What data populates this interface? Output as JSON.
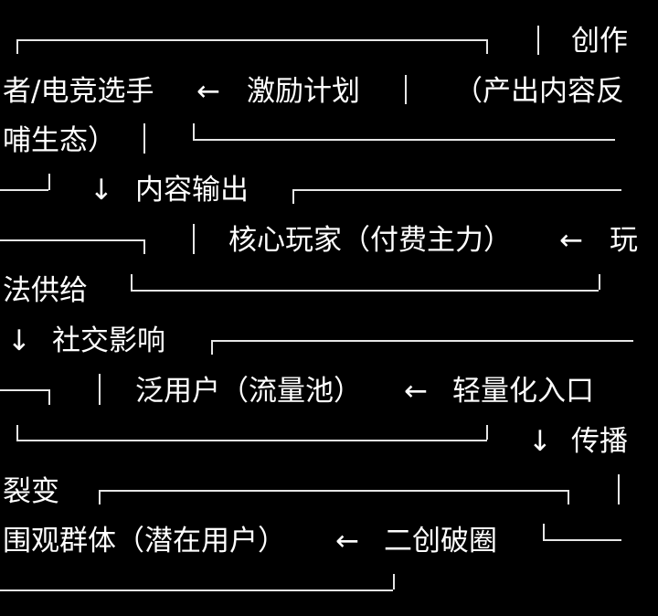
{
  "diagram": {
    "rows": {
      "r1": {
        "text_a": "创作"
      },
      "r2": {
        "text_a": "者/电竞选手",
        "arrow": "←",
        "text_b": "激励计划",
        "text_c": "（产出内容反"
      },
      "r3": {
        "text_a": "哺生态）"
      },
      "r4": {
        "arrow": "↓",
        "text_a": "内容输出"
      },
      "r5": {
        "text_a": "核心玩家（付费主力）",
        "arrow": "←",
        "text_b": "玩"
      },
      "r6": {
        "text_a": "法供给"
      },
      "r7": {
        "arrow": "↓",
        "text_a": "社交影响"
      },
      "r8": {
        "text_a": "泛用户（流量池）",
        "arrow": "←",
        "text_b": "轻量化入口"
      },
      "r9": {
        "arrow": "↓",
        "text_a": "传播"
      },
      "r10": {
        "text_a": "裂变"
      },
      "r11": {
        "text_a": "围观群体（潜在用户）",
        "arrow": "←",
        "text_b": "二创破圈"
      }
    }
  }
}
